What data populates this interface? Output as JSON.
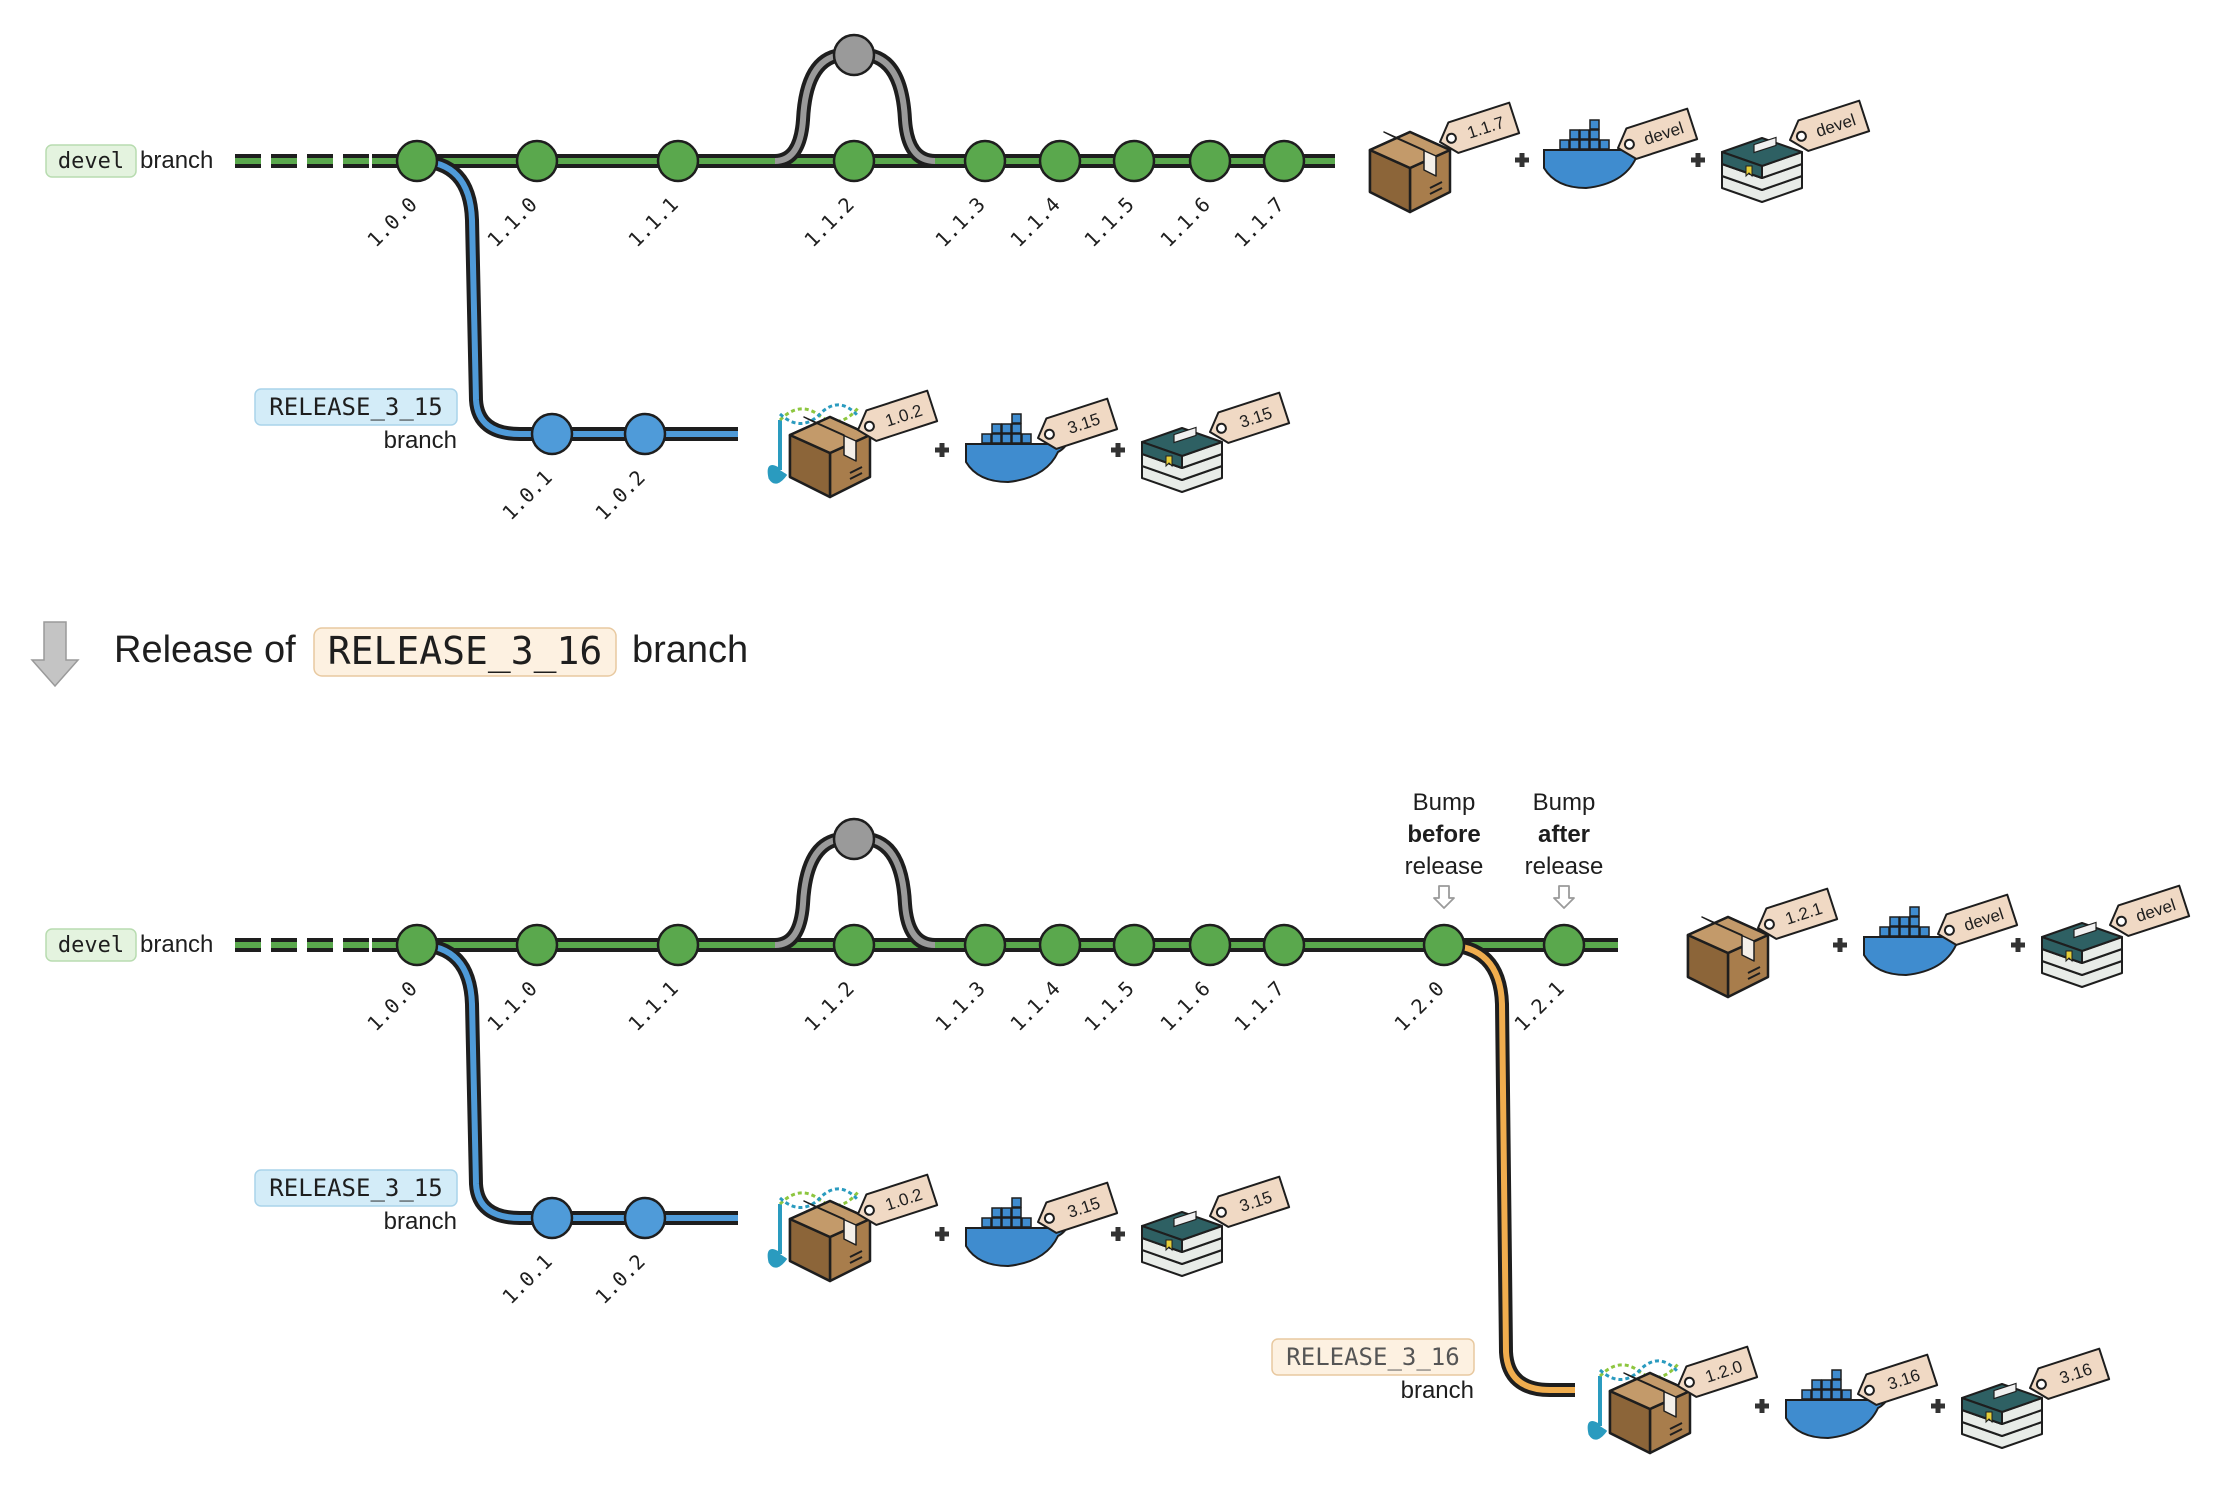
{
  "colors": {
    "devel_line": "#5aa84d",
    "release_3_15_line": "#4f9bd9",
    "release_3_16_line": "#f0ad4e",
    "merge_node": "#9a9a9a",
    "devel_badge_bg": "#e4f3df",
    "release_3_15_badge_bg": "#d3ecf8",
    "release_3_16_badge_bg": "#fdf1e1",
    "tag_fill": "#f0d9c4",
    "box_fill": "#b38a59",
    "docker_fill": "#3f8ccf",
    "book_fill": "#2e6063"
  },
  "top": {
    "devel_badge": "devel",
    "devel_suffix": "branch",
    "devel_versions": [
      "1.0.0",
      "1.1.0",
      "1.1.1",
      "1.1.2",
      "1.1.3",
      "1.1.4",
      "1.1.5",
      "1.1.6",
      "1.1.7"
    ],
    "release_badge": "RELEASE_3_15",
    "release_suffix": "branch",
    "release_versions": [
      "1.0.1",
      "1.0.2"
    ],
    "devel_artifacts": {
      "package": "1.1.7",
      "docker": "devel",
      "book": "devel"
    },
    "release_artifacts": {
      "package": "1.0.2",
      "docker": "3.15",
      "book": "3.15"
    }
  },
  "transition": {
    "prefix": "Release of",
    "badge": "RELEASE_3_16",
    "suffix": "branch",
    "arrow_icon": "down-arrow-icon"
  },
  "bottom": {
    "devel_badge": "devel",
    "devel_suffix": "branch",
    "devel_versions": [
      "1.0.0",
      "1.1.0",
      "1.1.1",
      "1.1.2",
      "1.1.3",
      "1.1.4",
      "1.1.5",
      "1.1.6",
      "1.1.7",
      "1.2.0",
      "1.2.1"
    ],
    "release_badge": "RELEASE_3_15",
    "release_suffix": "branch",
    "release_versions": [
      "1.0.1",
      "1.0.2"
    ],
    "release16_badge": "RELEASE_3_16",
    "release16_suffix": "branch",
    "bump_before": {
      "line1": "Bump",
      "line2": "before",
      "line3": "release"
    },
    "bump_after": {
      "line1": "Bump",
      "line2": "after",
      "line3": "release"
    },
    "devel_artifacts": {
      "package": "1.2.1",
      "docker": "devel",
      "book": "devel"
    },
    "release_artifacts": {
      "package": "1.0.2",
      "docker": "3.15",
      "book": "3.15"
    },
    "release16_artifacts": {
      "package": "1.2.0",
      "docker": "3.16",
      "book": "3.16"
    }
  }
}
